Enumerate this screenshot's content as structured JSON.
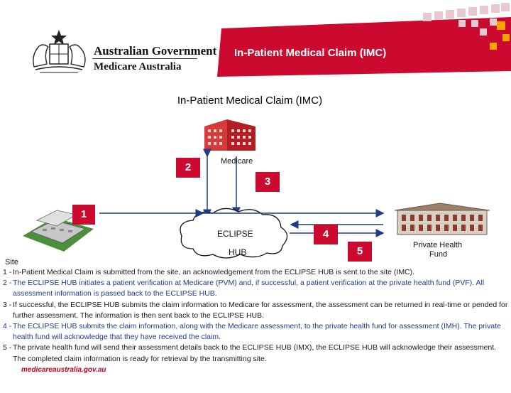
{
  "header": {
    "banner_title": "In-Patient Medical Claim (IMC)",
    "gov_name": "Australian Government",
    "agency_name": "Medicare Australia",
    "accent_color": "#cc0a2f"
  },
  "diagram": {
    "title": "In-Patient Medical Claim (IMC)",
    "nodes": {
      "medicare": "Medicare",
      "eclipse_line1": "ECLIPSE",
      "eclipse_line2": "HUB",
      "site": "Site",
      "fund_line1": "Private Health",
      "fund_line2": "Fund"
    },
    "badges": [
      "1",
      "2",
      "3",
      "4",
      "5"
    ]
  },
  "steps": [
    {
      "num": "1 -",
      "text": "In-Patient Medical Claim is submitted from the site, an acknowledgement from the ECLIPSE HUB is sent to the site (IMC)."
    },
    {
      "num": "2 -",
      "text": "The ECLIPSE HUB initiates a patient verification at Medicare (PVM) and, if successful, a patient verification at the private health fund (PVF). All assessment information is passed back to the ECLIPSE HUB."
    },
    {
      "num": "3 -",
      "text": "If successful, the ECLIPSE HUB submits the claim information to Medicare for assessment, the assessment can be returned in real-time or pended for further assessment. The information is then sent back to the ECLIPSE HUB."
    },
    {
      "num": "4 -",
      "text": "The ECLIPSE HUB submits the claim information, along with the Medicare assessment, to the private health fund for assessment (IMH). The private health fund will acknowledge that they have received the claim."
    },
    {
      "num": "5 -",
      "text": "The private health fund will send their assessment details back to the ECLIPSE HUB (IMX), the ECLIPSE HUB will acknowledge their assessment. The completed claim information is ready for retrieval by the transmitting site."
    }
  ],
  "footer": {
    "url": "medicareaustralia.gov.au"
  }
}
